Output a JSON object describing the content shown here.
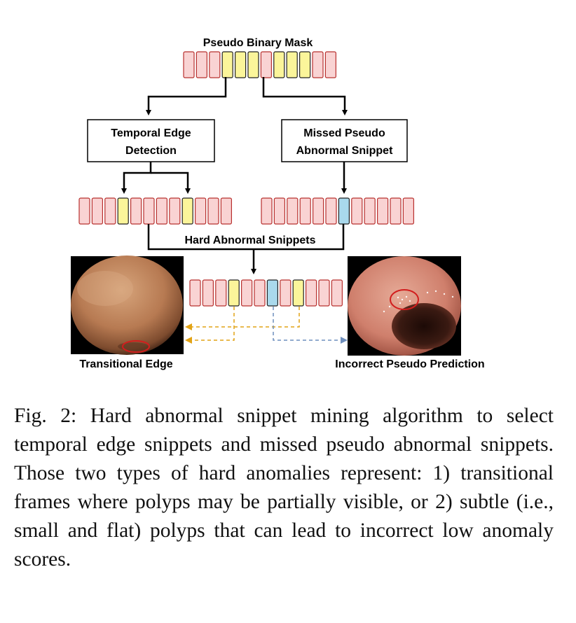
{
  "diagram": {
    "pseudo_mask_label": "Pseudo Binary Mask",
    "temporal_edge_box": [
      "Temporal Edge",
      "Detection"
    ],
    "missed_pseudo_box": [
      "Missed Pseudo",
      "Abnormal Snippet"
    ],
    "hard_snippets_label": "Hard Abnormal Snippets",
    "transitional_edge_label": "Transitional Edge",
    "incorrect_prediction_label": "Incorrect Pseudo Prediction",
    "rows": {
      "pseudo_mask": [
        "n",
        "n",
        "n",
        "y",
        "y",
        "y",
        "n",
        "y",
        "y",
        "y",
        "n",
        "n"
      ],
      "temporal_edges": [
        "n",
        "n",
        "n",
        "y",
        "n",
        "n",
        "n",
        "n",
        "y",
        "n",
        "n",
        "n"
      ],
      "missed_pseudo": [
        "n",
        "n",
        "n",
        "n",
        "n",
        "n",
        "b",
        "n",
        "n",
        "n",
        "n",
        "n"
      ],
      "hard_snippets": [
        "n",
        "n",
        "n",
        "y",
        "n",
        "n",
        "b",
        "n",
        "y",
        "n",
        "n",
        "n"
      ]
    },
    "colors": {
      "normal_fill": "#f9d3d3",
      "normal_stroke": "#b8302e",
      "abnormal_fill": "#fbf59a",
      "missed_fill": "#a9d9ec",
      "frame_stroke": "#222222",
      "arrow_yellow": "#e2a316",
      "arrow_blue": "#6f8fbd",
      "lesion_circle": "#d21d1d"
    }
  },
  "caption": {
    "text": "Fig. 2: Hard abnormal snippet mining algorithm to select temporal edge snippets and missed pseudo abnormal snippets. Those two types of hard anomalies represent: 1) transitional frames where polyps may be partially visible, or 2) subtle (i.e., small and flat) polyps that can lead to incorrect low anomaly scores."
  }
}
